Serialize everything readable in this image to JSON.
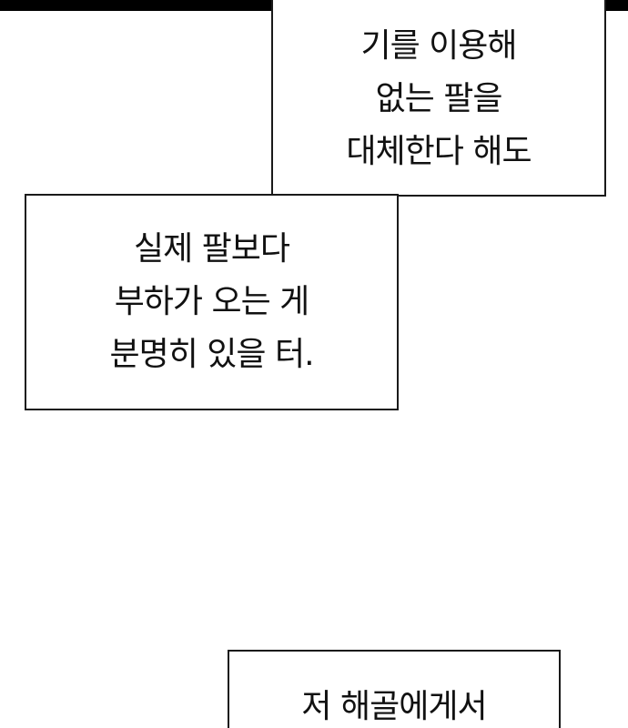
{
  "captions": {
    "box1": {
      "lines": [
        "기를 이용해",
        "없는 팔을",
        "대체한다 해도"
      ]
    },
    "box2": {
      "lines": [
        "실제 팔보다",
        "부하가 오는 게",
        "분명히 있을 터."
      ]
    },
    "box3": {
      "lines": [
        "저 해골에게서"
      ]
    }
  }
}
